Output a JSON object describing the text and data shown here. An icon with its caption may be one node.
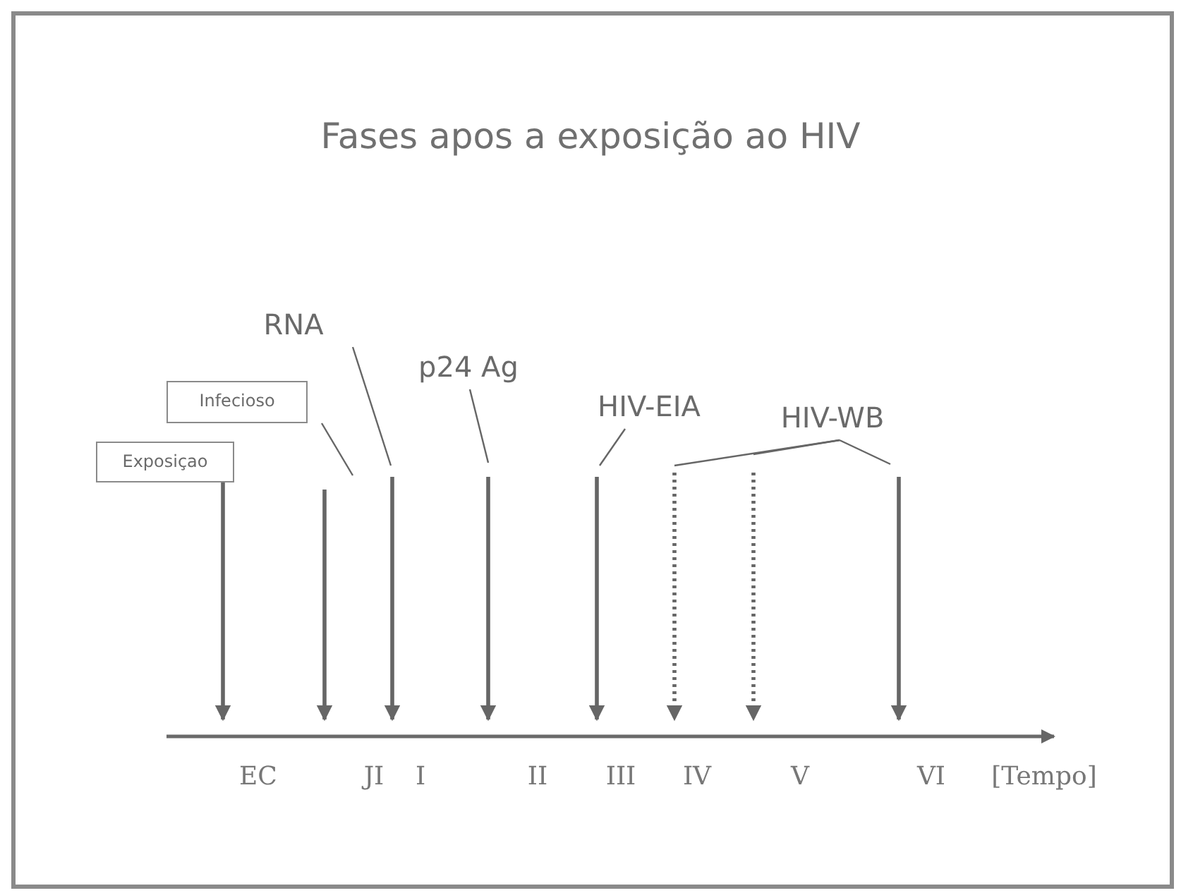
{
  "diagram": {
    "title": "Fases apos a exposição ao HIV",
    "nodes": [
      {
        "text": [
          "Exposiçao"
        ]
      },
      {
        "text": [
          "Infecioso"
        ]
      },
      {
        "text": [
          "RNA"
        ]
      },
      {
        "text": [
          "p24 Ag"
        ]
      },
      {
        "text": [
          "HIV-EIA"
        ]
      },
      {
        "text": [
          "HIV-WB"
        ]
      },
      {
        "text": [],
        "shape": "bar"
      }
    ],
    "edges": [
      {
        "from": 0,
        "to": 6,
        "arrow": "to"
      },
      {
        "from": null,
        "to": 6,
        "arrow": "to"
      },
      {
        "from": null,
        "to": 6,
        "arrow": "to"
      },
      {
        "from": null,
        "to": 6,
        "arrow": "to"
      },
      {
        "from": null,
        "to": 6,
        "arrow": "to"
      },
      {
        "from": null,
        "to": 6,
        "arrow": "to",
        "style": "dashed"
      },
      {
        "from": null,
        "to": 6,
        "arrow": "to",
        "style": "dashed"
      },
      {
        "from": null,
        "to": 6,
        "arrow": "to"
      },
      {
        "from": 1,
        "to": null,
        "arrow": "none"
      },
      {
        "from": 2,
        "to": null,
        "arrow": "none"
      },
      {
        "from": 3,
        "to": null,
        "arrow": "none"
      },
      {
        "from": 4,
        "to": null,
        "arrow": "none"
      },
      {
        "from": 5,
        "to": null,
        "arrow": "none"
      },
      {
        "from": 5,
        "to": null,
        "arrow": "none"
      },
      {
        "from": 5,
        "to": null,
        "arrow": "none"
      }
    ],
    "labels": [
      "EC",
      "JI",
      "I",
      "II",
      "III",
      "IV",
      "V",
      "VI",
      "[Tempo]"
    ]
  }
}
